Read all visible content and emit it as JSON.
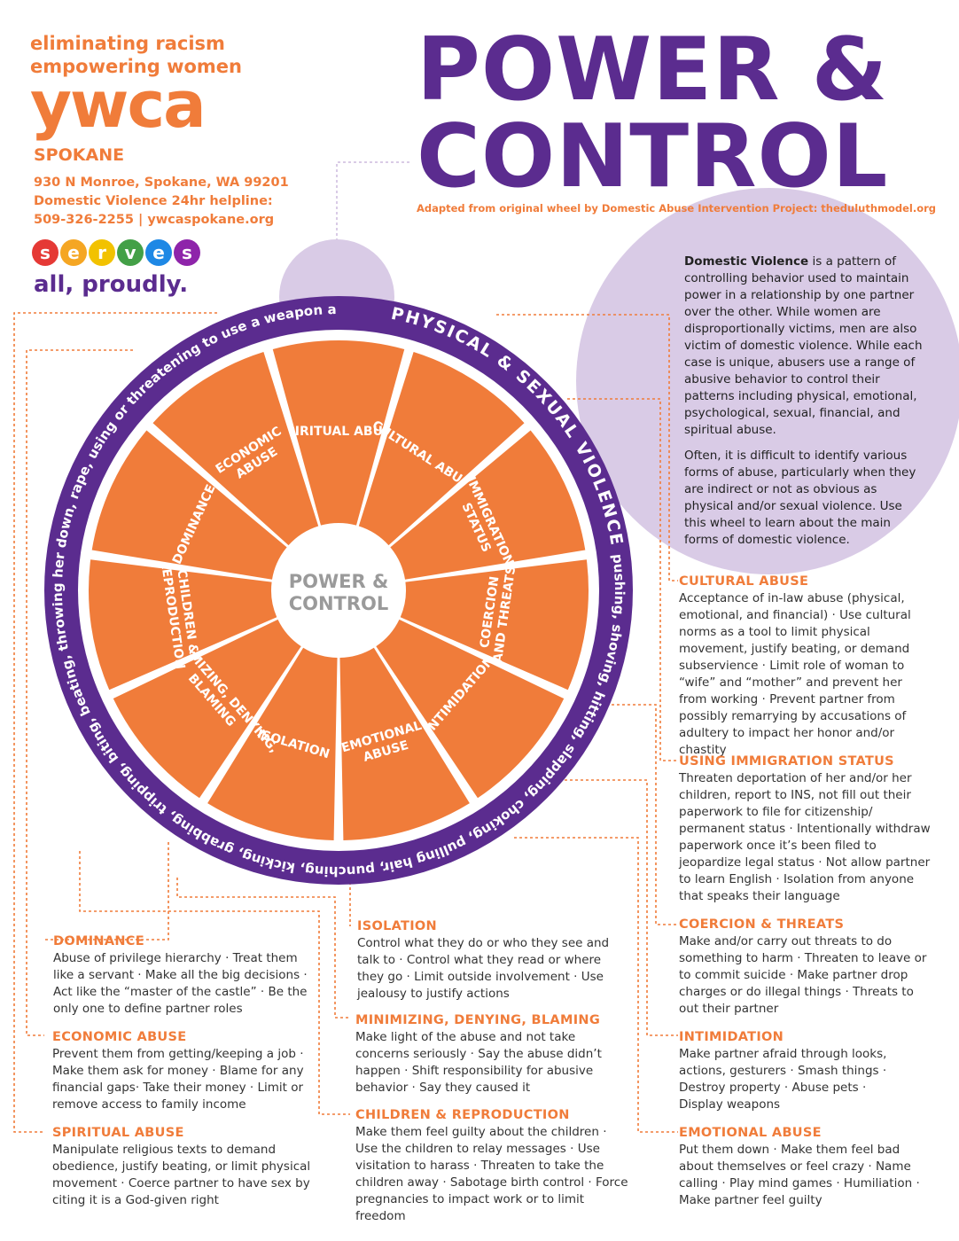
{
  "header": {
    "tagline1": "eliminating racism",
    "tagline2": "empowering women",
    "logo": "ywca",
    "city": "SPOKANE",
    "address": "930 N Monroe, Spokane, WA 99201",
    "helpline": "Domestic Violence 24hr helpline:",
    "contact": "509-326-2255 | ywcaspokane.org",
    "serves_letters": [
      "s",
      "e",
      "r",
      "v",
      "e",
      "s"
    ],
    "serves_colors": [
      "#e53935",
      "#f5a623",
      "#f2c200",
      "#43a047",
      "#1e88e5",
      "#8e24aa"
    ],
    "proudly": "all, proudly."
  },
  "title": {
    "line1": "POWER &",
    "line2": "CONTROL",
    "adapted": "Adapted from original wheel by Domestic Abuse Intervention Project: theduluthmodel.org"
  },
  "intro": {
    "bold": "Domestic Violence",
    "p1": " is a pattern of controlling behavior used to maintain power  in a relationship by one partner over the other. While women are disproportionally victims, men are also victim of domestic violence. While each case is unique, abusers use a range of abusive behavior to control their patterns including physical, emotional, psychological, sexual, financial, and spiritual abuse.",
    "p2": "Often, it is difficult to identify various forms of abuse, particularly when they are indirect or not as obvious as physical and/or sexual violence. Use this wheel to learn about the main forms of domestic violence."
  },
  "wheel": {
    "center_line1": "POWER &",
    "center_line2": "CONTROL",
    "ring_bold": "PHYSICAL & SEXUAL VIOLENCE",
    "ring_right": "pushing, shoving, hitting, slapping, choking, pulling hair, punching, kicking, grabbing, tripping, biting, beating, throwing her down, rape, using or threatening to use a weapon against them",
    "segments": [
      [
        "SPIRITUAL ABUSE"
      ],
      [
        "CULTURAL ABUSE"
      ],
      [
        "IMMIGRATION",
        "STATUS"
      ],
      [
        "COERCION",
        "AND THREATS"
      ],
      [
        "INTIMIDATION"
      ],
      [
        "EMOTIONAL",
        "ABUSE"
      ],
      [
        "ISOLATION"
      ],
      [
        "MINIMIZING, DENYING,",
        "BLAMING"
      ],
      [
        "CHILDREN &",
        "REPRODUCTION"
      ],
      [
        "DOMINANCE"
      ],
      [
        "ECONOMIC",
        "ABUSE"
      ]
    ],
    "colors": {
      "segment": "#f07c3a",
      "ring": "#5b2c8f",
      "center": "#ffffff",
      "center_text": "#9a9a9a",
      "bubble": "#d9cbe6"
    }
  },
  "sections": {
    "cultural": {
      "title": "CULTURAL ABUSE",
      "text": "Acceptance of in-law abuse (physical, emotional, and financial) · Use cultural norms as a tool to limit physical movement, justify beating, or demand subservience · Limit role of woman to “wife” and “mother” and prevent her from working · Prevent partner from possibly remarrying by accusations of adultery to impact her honor and/or chastity"
    },
    "immigration": {
      "title": "USING IMMIGRATION STATUS",
      "text": "Threaten deportation of her and/or her children, report to INS, not fill out their paperwork to file for citizenship/ permanent status · Intentionally withdraw paperwork once it’s been filed to jeopardize legal status · Not allow partner to learn English · Isolation from anyone that speaks their language"
    },
    "coercion": {
      "title": "COERCION & THREATS",
      "text": "Make and/or carry out threats to do something to harm · Threaten to leave or to commit suicide · Make partner drop charges or do illegal things · Threats to out their partner"
    },
    "intimidation": {
      "title": "INTIMIDATION",
      "text": "Make partner afraid through looks, actions, gesturers · Smash things · Destroy property · Abuse pets · Display weapons"
    },
    "emotional": {
      "title": "EMOTIONAL ABUSE",
      "text": "Put them down · Make them feel bad about themselves or feel crazy · Name calling · Play mind games · Humiliation · Make partner feel guilty"
    },
    "dominance": {
      "title": "DOMINANCE",
      "text": "Abuse of privilege hierarchy · Treat them like a servant · Make all the big decisions · Act like the “master of the castle” · Be the only one to define partner roles"
    },
    "economic": {
      "title": "ECONOMIC ABUSE",
      "text": "Prevent them from getting/keeping a job · Make them ask for money · Blame for any financial gaps· Take their money · Limit or remove access to family income"
    },
    "spiritual": {
      "title": "SPIRITUAL ABUSE",
      "text": "Manipulate religious texts to demand obedience, justify beating, or limit physical movement · Coerce partner to have sex by citing it is a God-given right"
    },
    "isolation": {
      "title": "ISOLATION",
      "text": "Control what they do or who they see and talk to · Control what they read or where they go · Limit outside involvement · Use jealousy to justify actions"
    },
    "minimizing": {
      "title": "MINIMIZING, DENYING, BLAMING",
      "text": "Make light of the abuse and not take concerns seriously · Say the abuse didn’t happen · Shift responsibility for abusive behavior · Say they caused it"
    },
    "children": {
      "title": "CHILDREN & REPRODUCTION",
      "text": "Make them feel guilty about the children · Use the children to relay messages · Use visitation to harass · Threaten to take the children away · Sabotage birth control · Force pregnancies to impact work or to limit freedom"
    }
  }
}
